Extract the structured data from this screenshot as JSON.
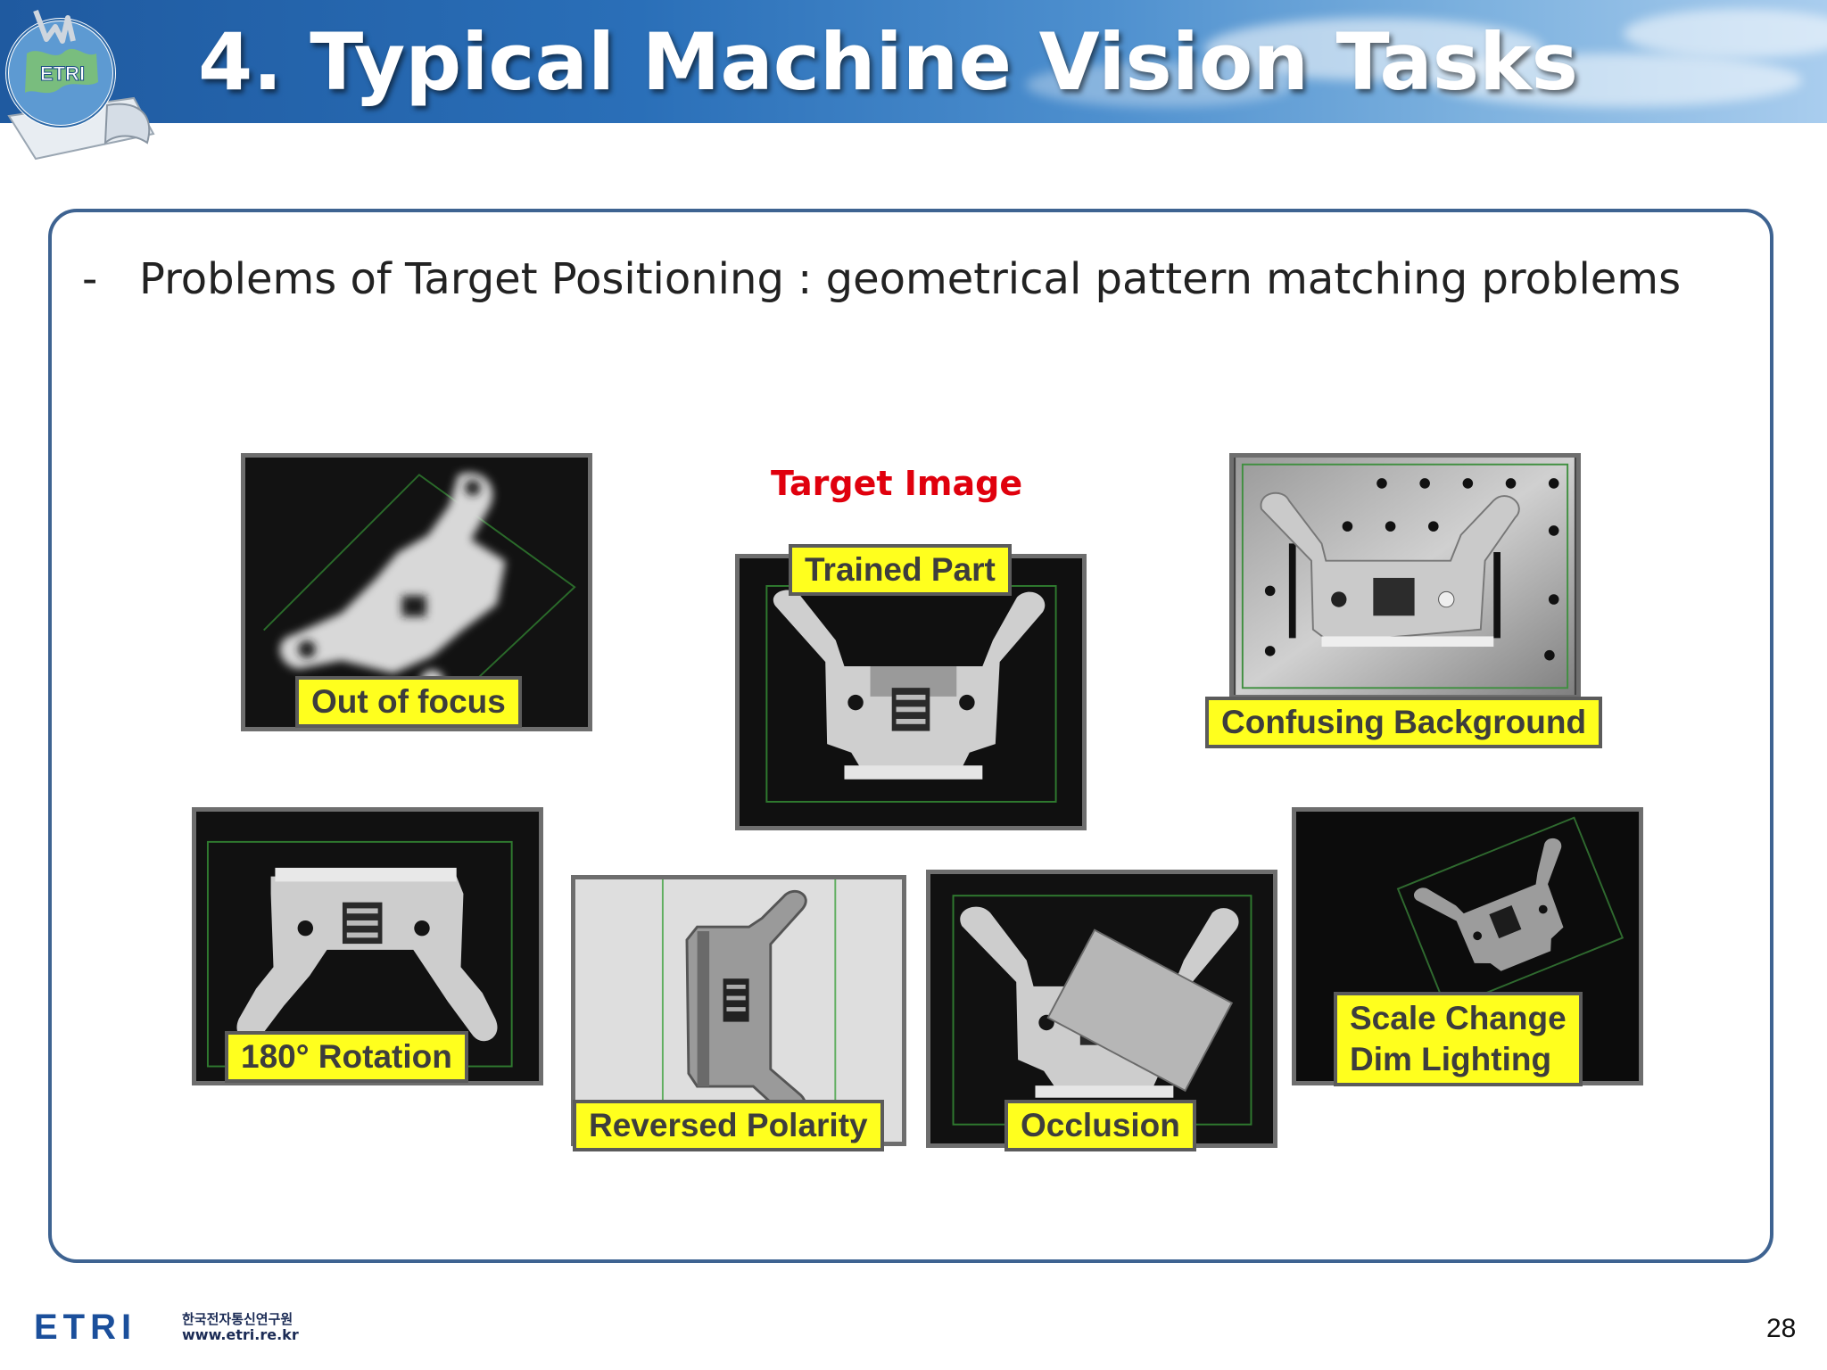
{
  "slide": {
    "title": "4. Typical Machine Vision Tasks",
    "bullet_marker": "-",
    "bullet_text": "Problems of Target Positioning : geometrical pattern matching problems",
    "target_caption": "Target Image",
    "page_number": "28"
  },
  "panels": {
    "out_of_focus": {
      "label": "Out of focus"
    },
    "trained_part": {
      "label": "Trained Part"
    },
    "confusing_background": {
      "label": "Confusing Background"
    },
    "rotation": {
      "label": "180° Rotation"
    },
    "reversed_polarity": {
      "label": "Reversed Polarity"
    },
    "occlusion": {
      "label": "Occlusion"
    },
    "scale_change": {
      "label_line1": "Scale Change",
      "label_line2": "Dim Lighting"
    }
  },
  "header_logo": {
    "text": "ETRI"
  },
  "footer": {
    "logo_text_main": "ETRI",
    "institute_name": "한국전자통신연구원",
    "url": "www.etri.re.kr"
  },
  "colors": {
    "tag_yellow": "#ffff1e",
    "caption_red": "#e0000d",
    "frame_blue": "#3e6391",
    "header_blue": "#1f5aa0"
  }
}
